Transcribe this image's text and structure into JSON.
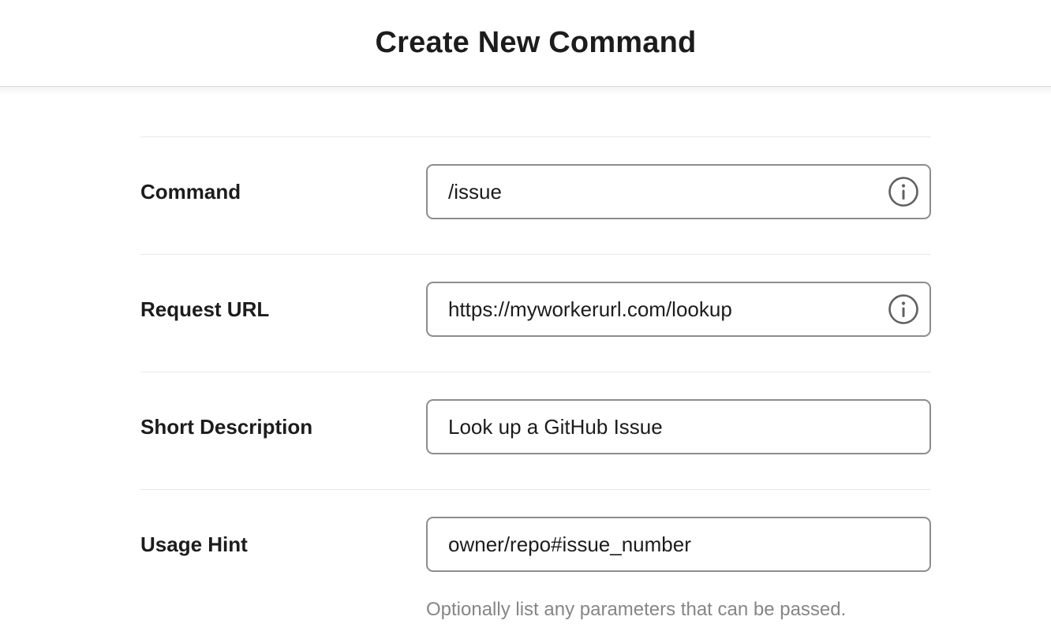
{
  "header": {
    "title": "Create New Command"
  },
  "form": {
    "fields": [
      {
        "label": "Command",
        "value": "/issue",
        "has_info": true
      },
      {
        "label": "Request URL",
        "value": "https://myworkerurl.com/lookup",
        "has_info": true
      },
      {
        "label": "Short Description",
        "value": "Look up a GitHub Issue",
        "has_info": false
      },
      {
        "label": "Usage Hint",
        "value": "owner/repo#issue_number",
        "has_info": false,
        "help_text": "Optionally list any parameters that can be passed."
      }
    ]
  },
  "icons": {
    "info": "info-icon"
  },
  "colors": {
    "text": "#1d1c1d",
    "muted_text": "#868686",
    "input_border": "#8d8d8d",
    "divider": "#e8e8e8"
  }
}
